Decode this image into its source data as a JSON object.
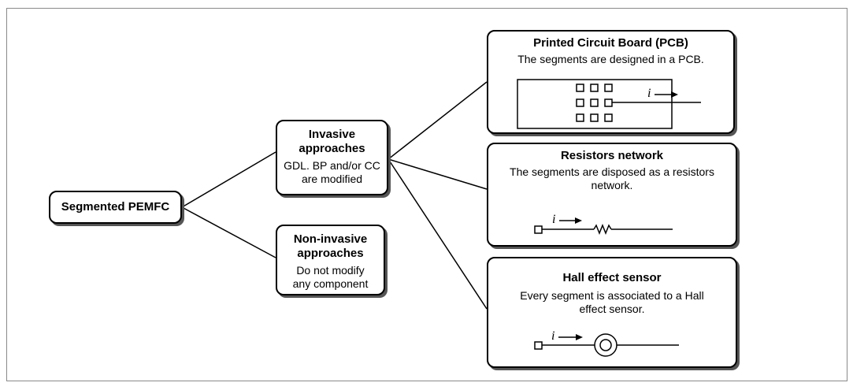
{
  "root": {
    "label": "Segmented PEMFC"
  },
  "invasive": {
    "title": "Invasive approaches",
    "description": "GDL. BP and/or CC are modified"
  },
  "non_invasive": {
    "title": "Non-invasive approaches",
    "description": "Do not modify any component"
  },
  "pcb": {
    "title": "Printed Circuit Board (PCB)",
    "description": "The segments are  designed in a PCB.",
    "current_symbol": "i",
    "icon": "pcb-segment-grid-icon"
  },
  "resistors": {
    "title": "Resistors network",
    "description": "The segments are disposed as a resistors network.",
    "current_symbol": "i",
    "icon": "resistor-circuit-icon"
  },
  "hall": {
    "title": "Hall effect sensor",
    "description": "Every segment is associated to a Hall effect sensor.",
    "current_symbol": "i",
    "icon": "hall-sensor-icon"
  }
}
